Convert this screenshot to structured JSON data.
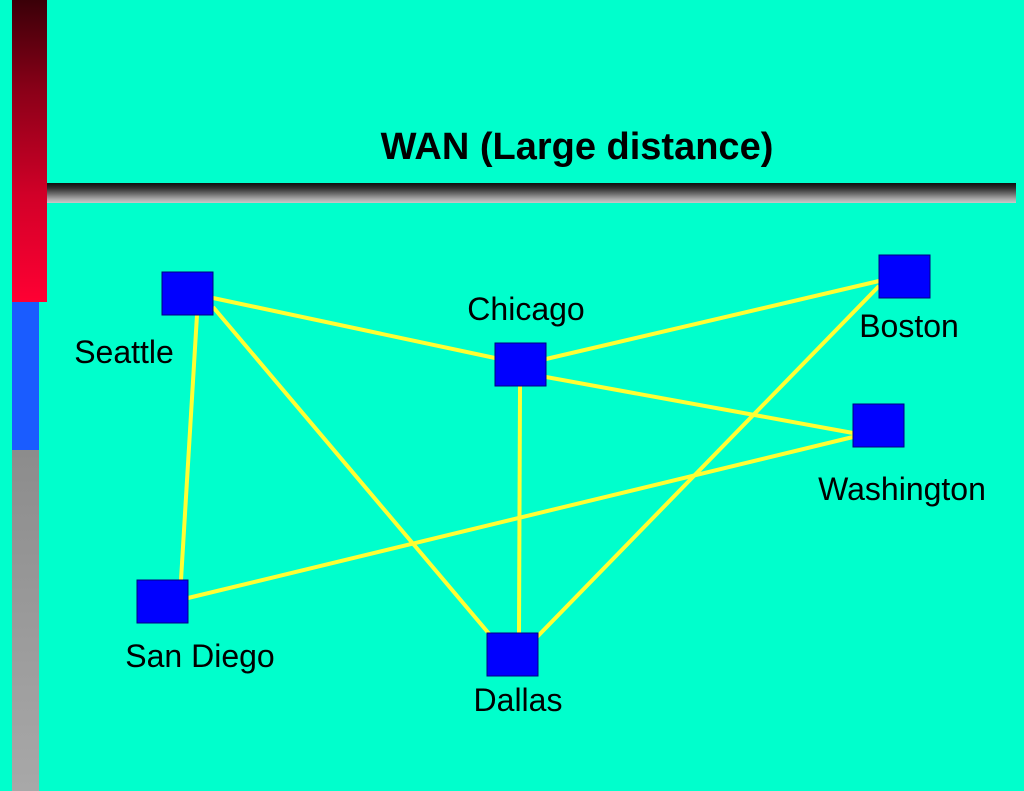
{
  "title": "WAN (Large distance)",
  "colors": {
    "background": "#00FFCC",
    "node_fill": "#0000FF",
    "link_color": "#FFFF33",
    "title_color": "#000000"
  },
  "nodes": [
    {
      "id": "seattle",
      "label": "Seattle"
    },
    {
      "id": "chicago",
      "label": "Chicago"
    },
    {
      "id": "boston",
      "label": "Boston"
    },
    {
      "id": "washington",
      "label": "Washington"
    },
    {
      "id": "san-diego",
      "label": "San Diego"
    },
    {
      "id": "dallas",
      "label": "Dallas"
    }
  ],
  "links": [
    {
      "from": "seattle",
      "to": "chicago"
    },
    {
      "from": "seattle",
      "to": "san-diego"
    },
    {
      "from": "seattle",
      "to": "dallas"
    },
    {
      "from": "chicago",
      "to": "boston"
    },
    {
      "from": "chicago",
      "to": "washington"
    },
    {
      "from": "chicago",
      "to": "dallas"
    },
    {
      "from": "boston",
      "to": "dallas"
    },
    {
      "from": "washington",
      "to": "san-diego"
    }
  ]
}
